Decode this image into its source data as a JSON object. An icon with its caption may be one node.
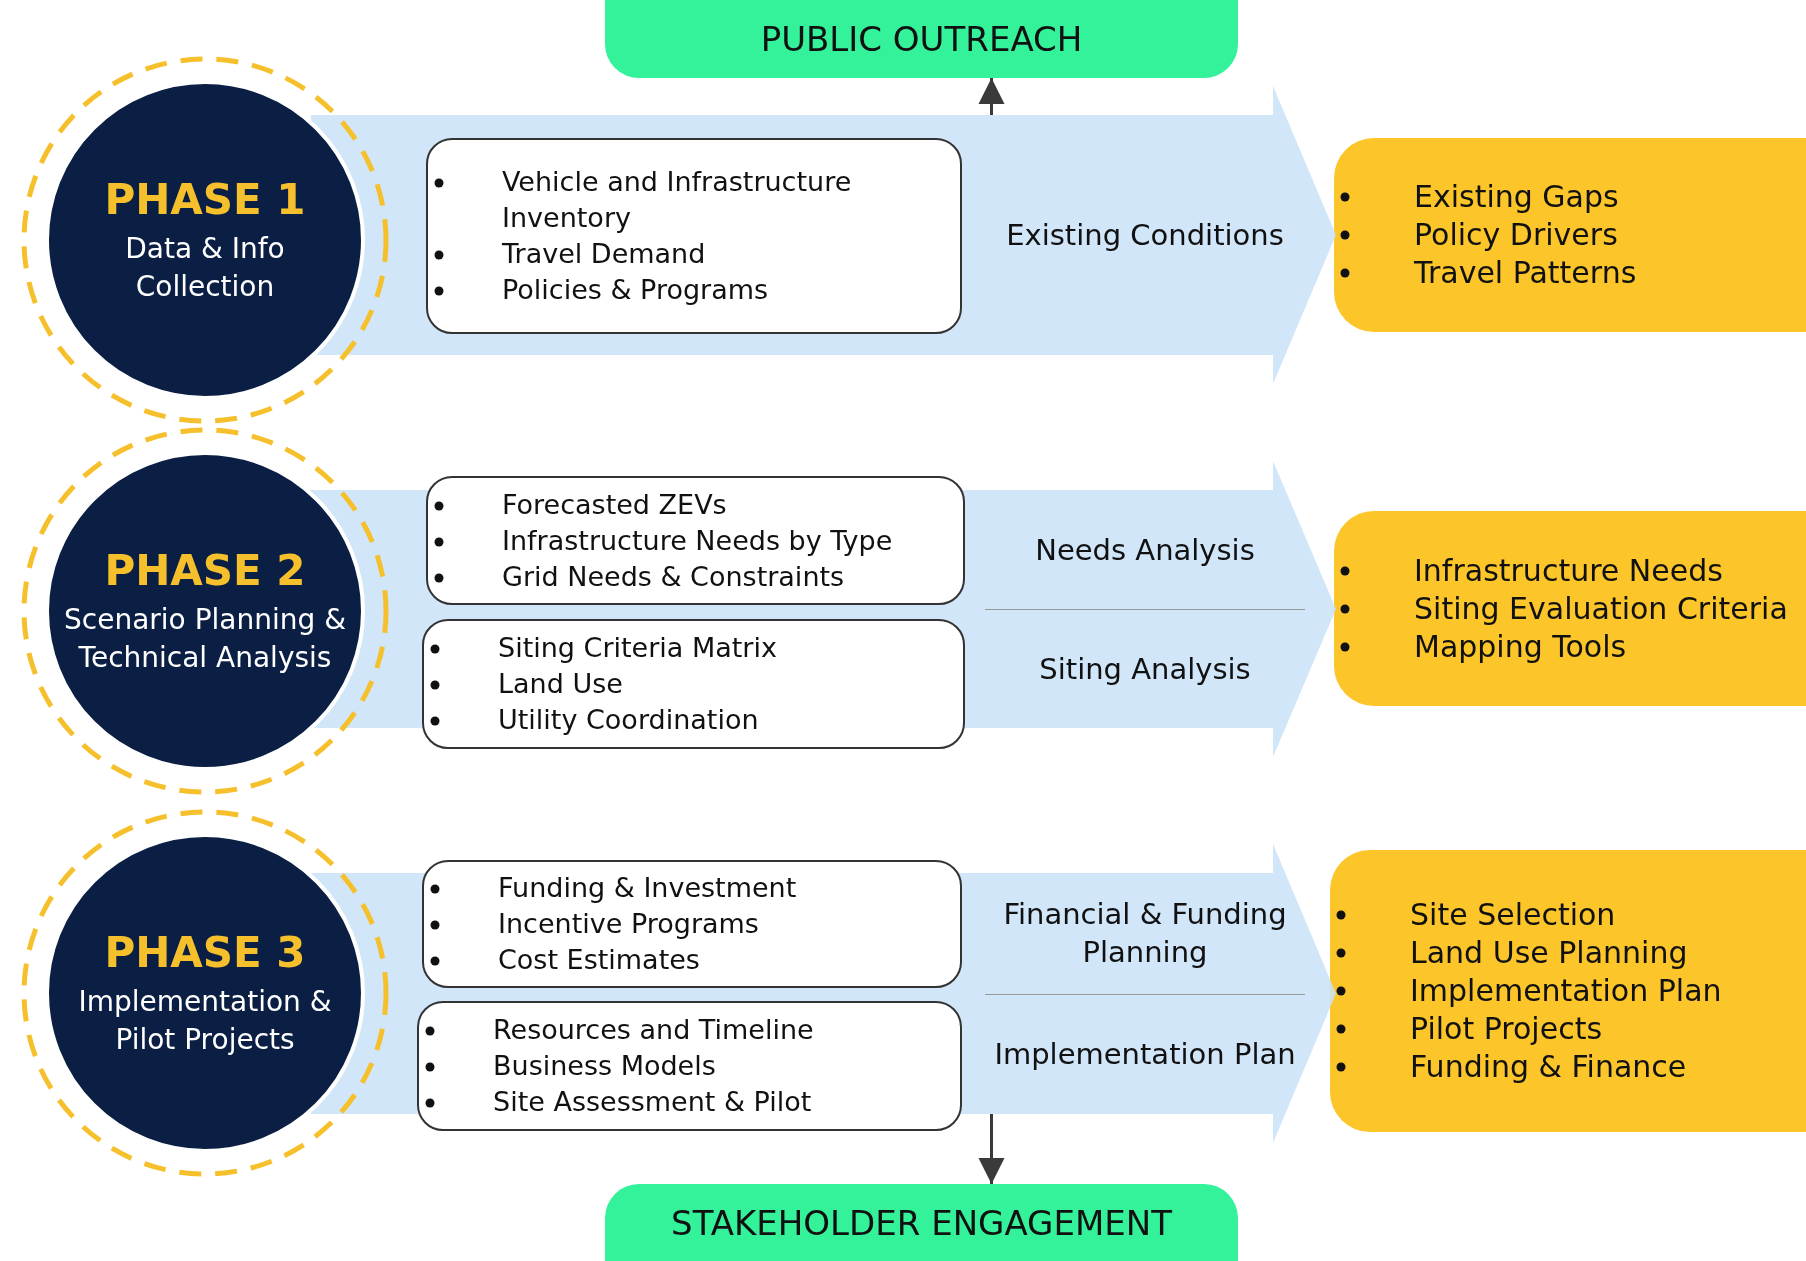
{
  "diagram": {
    "nodes": [
      {
        "text": [
          "PUBLIC OUTREACH"
        ]
      },
      {
        "text": [
          "PHASE 1",
          "Data & Info Collection"
        ]
      },
      {
        "text": [
          "Existing Conditions"
        ]
      },
      {
        "text": [
          "Vehicle and Infrastructure Inventory",
          "Travel Demand",
          "Policies & Programs"
        ],
        "in": 2
      },
      {
        "text": [
          "Existing Gaps",
          "Policy Drivers",
          "Travel Patterns"
        ]
      },
      {
        "text": [
          "PHASE 2",
          "Scenario Planning & Technical Analysis"
        ]
      },
      {
        "text": [
          "Needs Analysis",
          "Siting Analysis"
        ]
      },
      {
        "text": [
          "Forecasted ZEVs",
          "Infrastructure Needs by Type",
          "Grid Needs & Constraints"
        ],
        "in": 6
      },
      {
        "text": [
          "Siting Criteria Matrix",
          "Land Use",
          "Utility Coordination"
        ],
        "in": 6
      },
      {
        "text": [
          "Infrastructure Needs",
          "Siting Evaluation Criteria",
          "Mapping Tools"
        ]
      },
      {
        "text": [
          "PHASE 3",
          "Implementation & Pilot Projects"
        ]
      },
      {
        "text": [
          "Financial & Funding Planning",
          "Implementation Plan"
        ]
      },
      {
        "text": [
          "Funding & Investment",
          "Incentive Programs",
          "Cost Estimates"
        ],
        "in": 11
      },
      {
        "text": [
          "Resources and Timeline",
          "Business Models",
          "Site Assessment & Pilot"
        ],
        "in": 11
      },
      {
        "text": [
          "Site Selection",
          "Land Use Planning",
          "Implementation Plan",
          "Pilot Projects",
          "Funding & Finance"
        ]
      },
      {
        "text": [
          "STAKEHOLDER ENGAGEMENT"
        ]
      }
    ],
    "edges": [
      {
        "from": 2,
        "to": 0,
        "arrow": "to"
      },
      {
        "from": 11,
        "to": 15,
        "arrow": "to"
      }
    ]
  }
}
